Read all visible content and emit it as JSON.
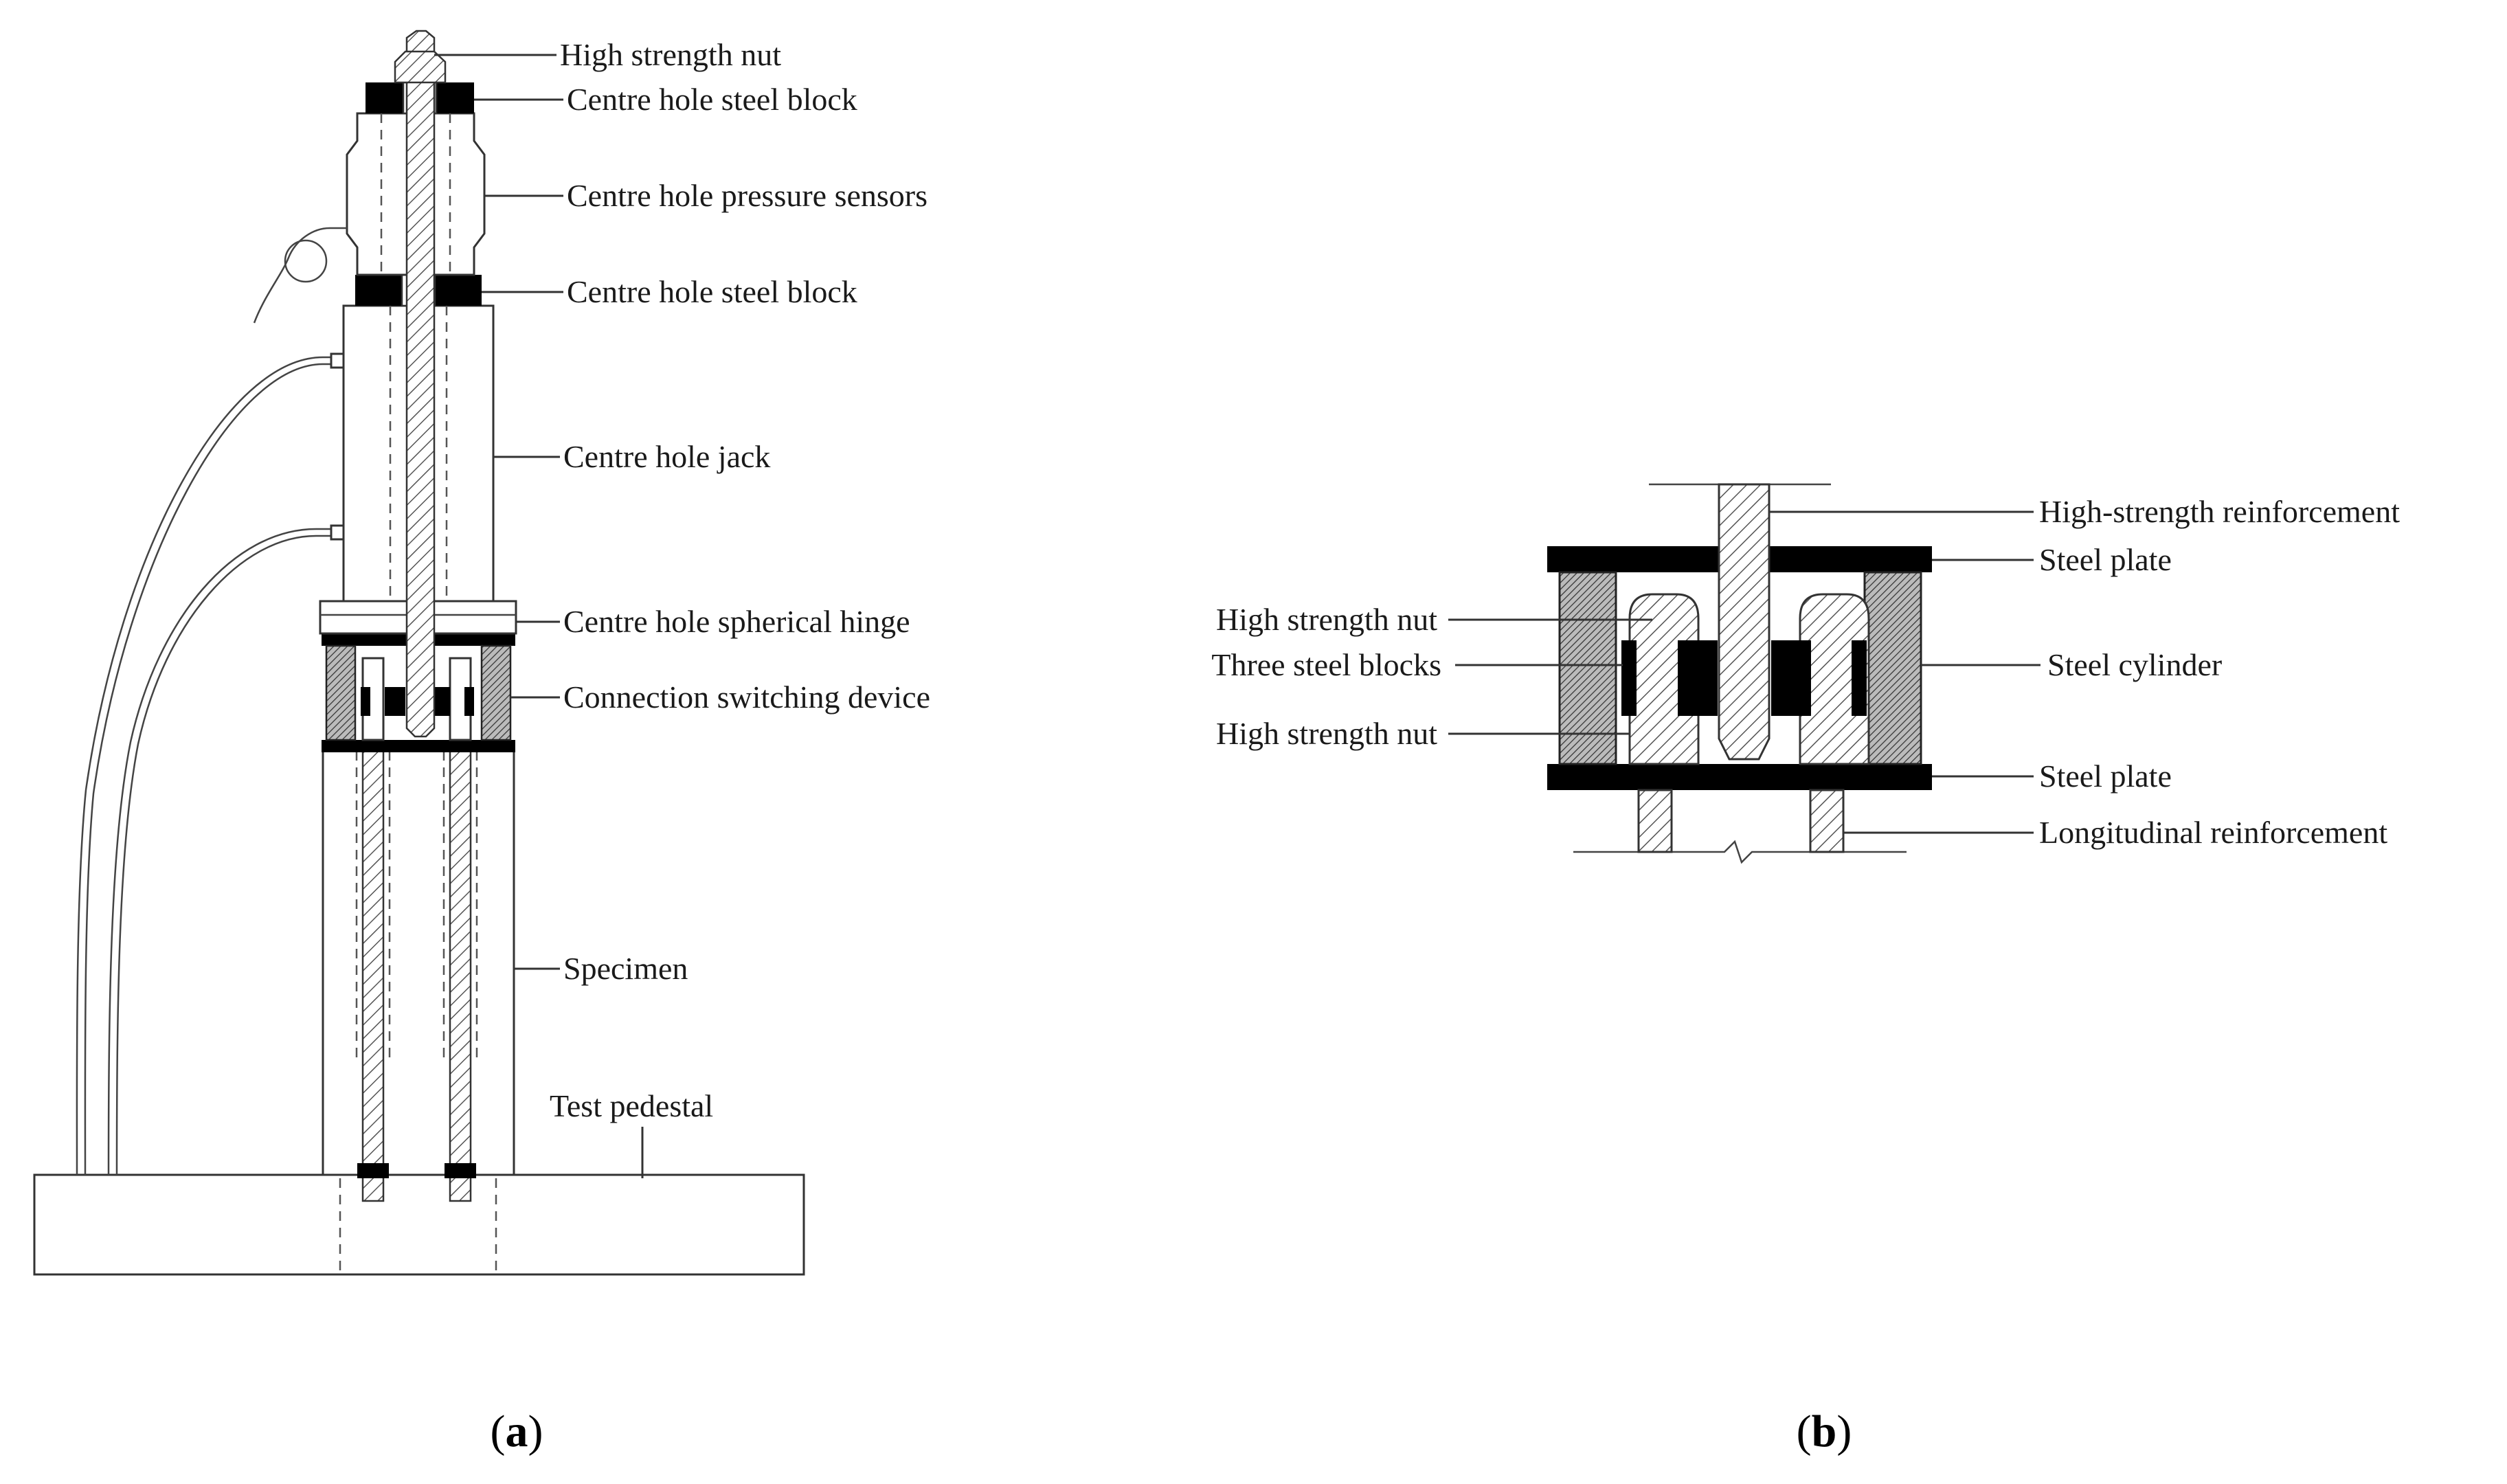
{
  "panel_a": {
    "caption_letter": "a",
    "labels": {
      "high_strength_nut": "High strength nut",
      "centre_hole_steel_block_top": "Centre hole steel block",
      "centre_hole_pressure_sensors": "Centre hole pressure sensors",
      "centre_hole_steel_block_bottom": "Centre hole steel block",
      "centre_hole_jack": "Centre hole jack",
      "centre_hole_spherical_hinge": "Centre hole spherical hinge",
      "connection_switching_device": "Connection switching device",
      "specimen": "Specimen",
      "test_pedestal": "Test pedestal"
    }
  },
  "panel_b": {
    "caption_letter": "b",
    "labels": {
      "high_strength_reinforcement": "High-strength reinforcement",
      "steel_plate_top": "Steel plate",
      "high_strength_nut_top": "High strength nut",
      "three_steel_blocks": "Three steel blocks",
      "steel_cylinder": "Steel cylinder",
      "high_strength_nut_bottom": "High strength nut",
      "steel_plate_bottom": "Steel plate",
      "longitudinal_reinforcement": "Longitudinal reinforcement"
    }
  }
}
